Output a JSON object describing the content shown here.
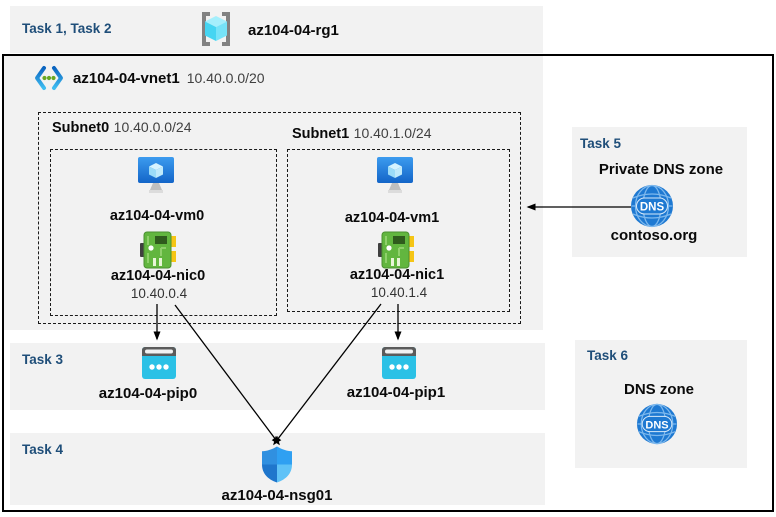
{
  "colors": {
    "accent": "#1F4E79",
    "panel_gray": "#F2F2F2",
    "arrow": "#000000",
    "vm_blue": "#1E79D2",
    "nic_green": "#62B63F",
    "pip_cyan": "#2BC1E6",
    "dns_blue": "#1E79D2"
  },
  "header": {
    "task_label": "Task 1, Task 2",
    "rg_icon": "resource-group",
    "rg_name": "az104-04-rg1"
  },
  "vnet": {
    "icon": "virtual-network",
    "name": "az104-04-vnet1",
    "cidr": "10.40.0.0/20"
  },
  "subnets": [
    {
      "name": "Subnet0",
      "cidr": "10.40.0.0/24",
      "vm": "az104-04-vm0",
      "nic": "az104-04-nic0",
      "ip": "10.40.0.4"
    },
    {
      "name": "Subnet1",
      "cidr": "10.40.1.0/24",
      "vm": "az104-04-vm1",
      "nic": "az104-04-nic1",
      "ip": "10.40.1.4"
    }
  ],
  "task3": {
    "label": "Task 3",
    "pip0": "az104-04-pip0",
    "pip1": "az104-04-pip1"
  },
  "task4": {
    "label": "Task 4",
    "nsg": "az104-04-nsg01"
  },
  "task5": {
    "label": "Task 5",
    "title": "Private DNS zone",
    "zone": "contoso.org",
    "icon_text": "DNS"
  },
  "task6": {
    "label": "Task 6",
    "title": "DNS zone",
    "icon_text": "DNS"
  }
}
